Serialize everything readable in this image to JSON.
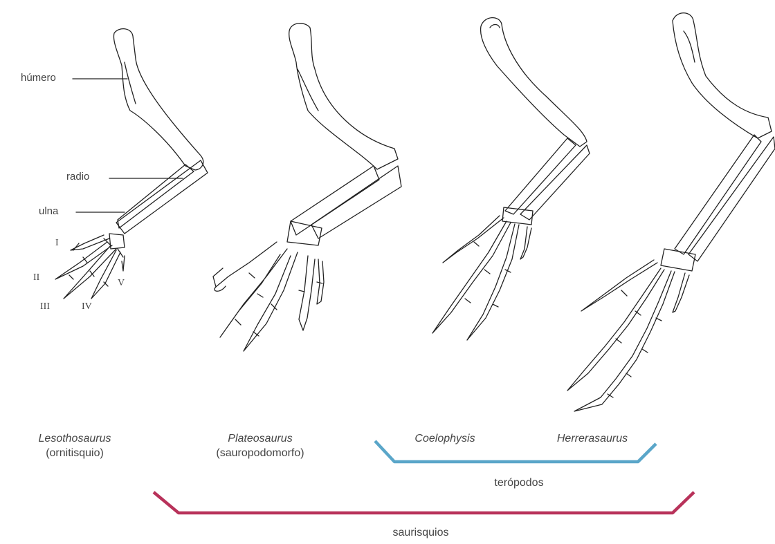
{
  "labels": {
    "humero": "húmero",
    "radio": "radio",
    "ulna": "ulna",
    "digits": [
      "I",
      "II",
      "III",
      "IV",
      "V"
    ]
  },
  "species": [
    {
      "name": "Lesothosaurus",
      "group": "(ornitisquio)"
    },
    {
      "name": "Plateosaurus",
      "group": "(sauropodomorfo)"
    },
    {
      "name": "Coelophysis",
      "group": ""
    },
    {
      "name": "Herrerasaurus",
      "group": ""
    }
  ],
  "brackets": {
    "theropods": {
      "label": "terópodos",
      "color": "#5aa6c9"
    },
    "saurischians": {
      "label": "saurisquios",
      "color": "#b8325a"
    }
  },
  "colors": {
    "line": "#222222",
    "text": "#444444"
  }
}
